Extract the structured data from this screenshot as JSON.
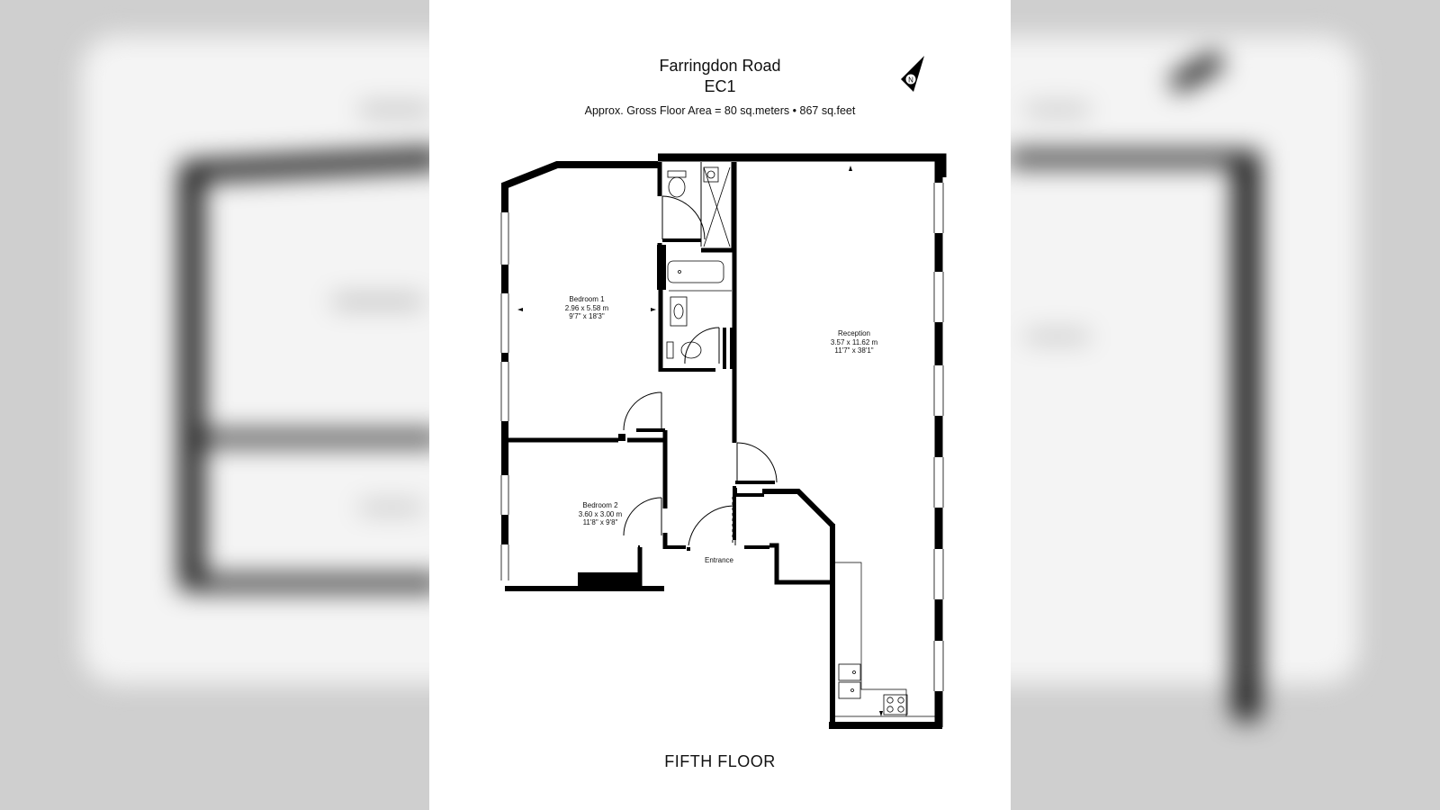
{
  "header": {
    "title_line1": "Farringdon Road",
    "title_line2": "EC1",
    "area": "Approx. Gross  Floor Area  = 80 sq.meters  • 867 sq.feet"
  },
  "compass": {
    "letter": "N"
  },
  "rooms": {
    "bedroom1": {
      "name": "Bedroom 1",
      "metric": "2.96 x 5.58 m",
      "imperial": "9'7\" x 18'3\""
    },
    "bedroom2": {
      "name": "Bedroom 2",
      "metric": "3.60 x 3.00 m",
      "imperial": "11'8\" x 9'8\""
    },
    "reception": {
      "name": "Reception",
      "metric": "3.57 x 11.62 m",
      "imperial": "11'7\" x 38'1\""
    },
    "entrance": {
      "name": "Entrance"
    }
  },
  "footer": {
    "floor": "FIFTH  FLOOR"
  },
  "colors": {
    "wall": "#000000",
    "paper": "#ffffff",
    "backdrop": "#cfcfcf"
  }
}
